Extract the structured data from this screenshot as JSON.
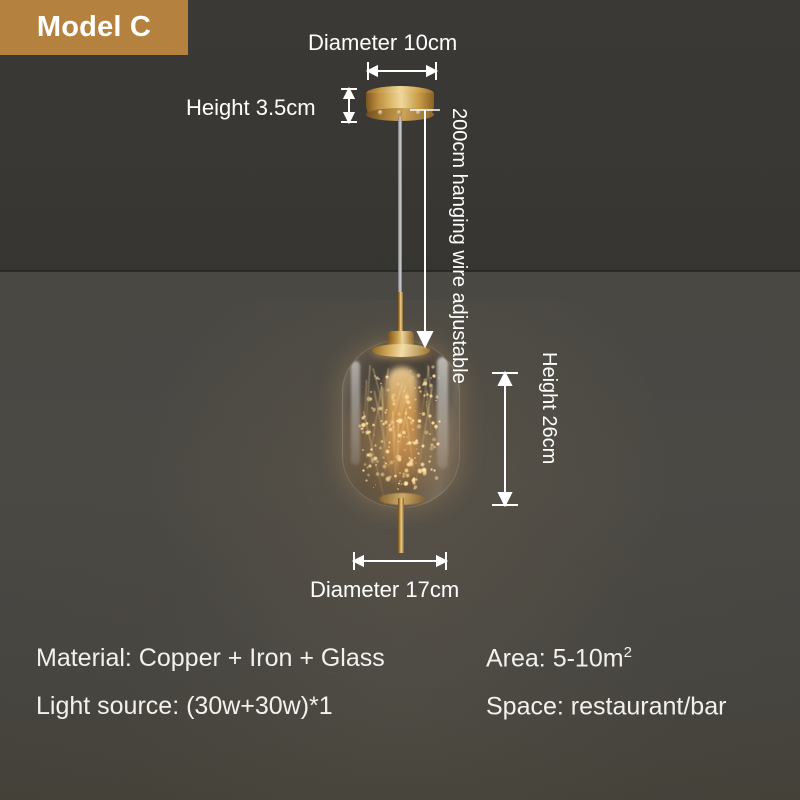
{
  "badge": {
    "label": "Model C",
    "color": "#b5813f"
  },
  "dimensions": {
    "top_diameter": "Diameter 10cm",
    "canopy_height": "Height 3.5cm",
    "hanging_wire": "200cm hanging wire adjustable",
    "shade_height": "Height 26cm",
    "bottom_diameter": "Diameter 17cm"
  },
  "specs": {
    "rows": [
      {
        "left": "Material: Copper + Iron + Glass",
        "right_prefix": "Area: 5-10m",
        "right_sup": "2"
      },
      {
        "left": "Light source: (30w+30w)*1",
        "right_prefix": "Space: restaurant/bar",
        "right_sup": ""
      }
    ]
  },
  "colors": {
    "ceiling": "#3a3935",
    "wall": "#474540",
    "brass": "#d4a95a",
    "annotation": "#ffffff",
    "glass_amber": "#e8a856"
  }
}
